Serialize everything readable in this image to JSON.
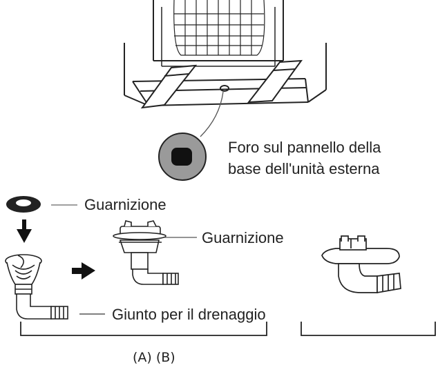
{
  "labels": {
    "hole_line1": "Foro sul pannello della",
    "hole_line2": "base dell'unità esterna",
    "gasket_top": "Guarnizione",
    "gasket_mid": "Guarnizione",
    "drain_joint": "Giunto per il drenaggio",
    "caption": "(A) (B)"
  },
  "colors": {
    "line": "#222222",
    "hole_ring": "#9a9a9a",
    "hole_core": "#111111",
    "leader": "#555555"
  }
}
